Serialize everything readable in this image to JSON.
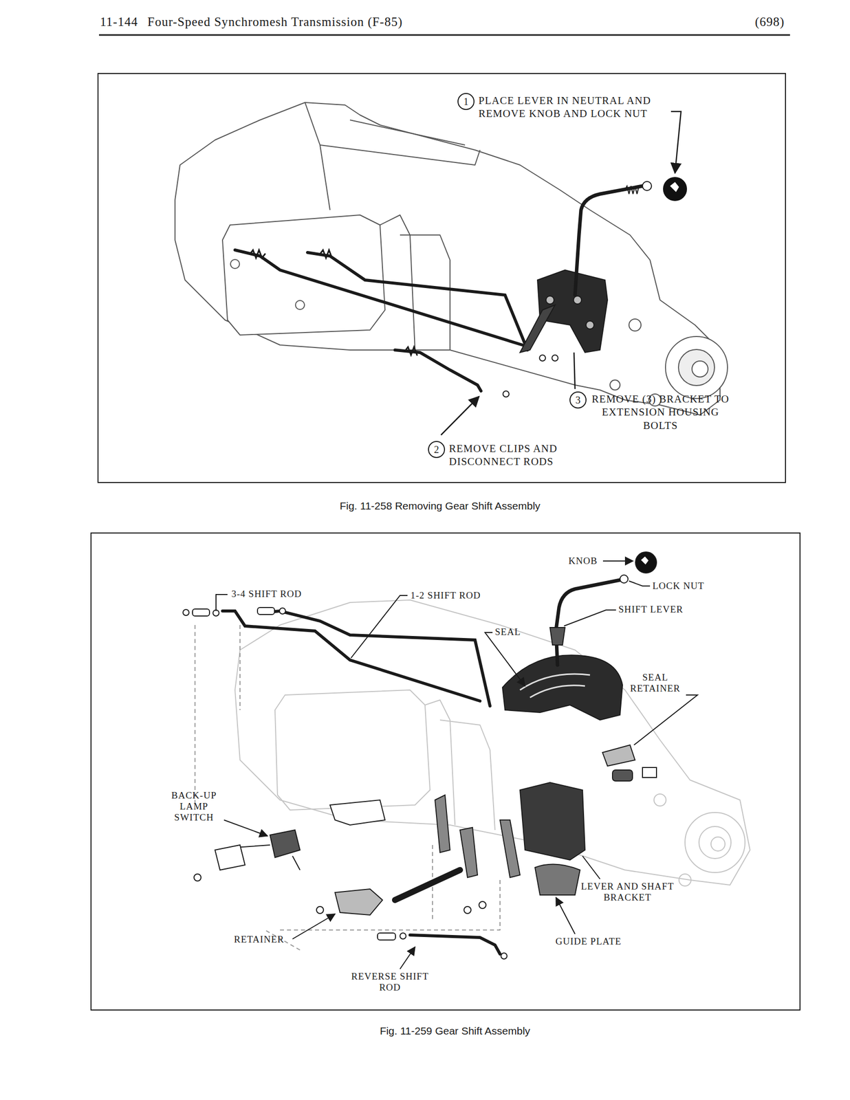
{
  "diagram": {
    "nodes": [
      {
        "text": [
          "1",
          "PLACE LEVER IN NEUTRAL AND REMOVE KNOB AND LOCK NUT"
        ]
      },
      {
        "text": [
          "2",
          "REMOVE CLIPS AND DISCONNECT RODS"
        ]
      },
      {
        "text": [
          "3",
          "REMOVE (3) BRACKET TO EXTENSION HOUSING BOLTS"
        ]
      }
    ],
    "labels": [
      "11-144",
      "Four-Speed Synchromesh Transmission (F-85)",
      "(698)",
      "Fig. 11-258 Removing Gear Shift Assembly",
      "KNOB",
      "LOCK NUT",
      "3-4 SHIFT ROD",
      "1-2 SHIFT ROD",
      "SHIFT LEVER",
      "SEAL",
      "SEAL RETAINER",
      "BACK-UP LAMP SWITCH",
      "LEVER AND SHAFT BRACKET",
      "RETAINER",
      "GUIDE PLATE",
      "REVERSE SHIFT ROD",
      "Fig. 11-259 Gear Shift Assembly"
    ]
  }
}
